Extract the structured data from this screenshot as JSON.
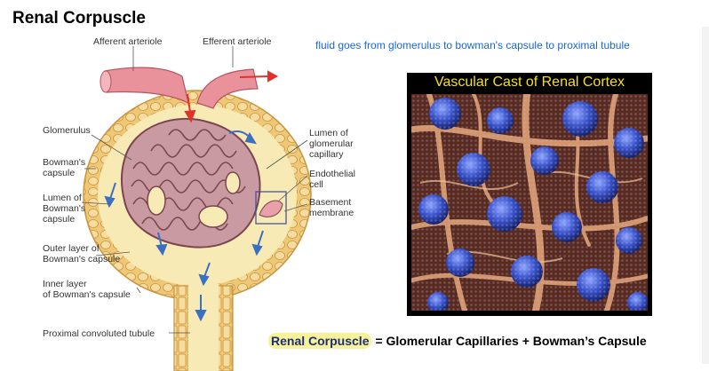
{
  "title": "Renal Corpuscle",
  "diagram": {
    "labels": {
      "afferent": "Afferent arteriole",
      "efferent": "Efferent arteriole",
      "glomerulus": "Glomerulus",
      "bowmans_capsule": "Bowman's\ncapsule",
      "lumen_bowman": "Lumen of\nBowman's\ncapsule",
      "outer_layer": "Outer layer of\nBowman's capsule",
      "inner_layer": "Inner layer\nof Bowman's capsule",
      "pct": "Proximal convoluted tubule",
      "lumen_capillary": "Lumen of\nglomerular\ncapillary",
      "endothelial": "Endothelial\ncell",
      "basement": "Basement\nmembrane"
    }
  },
  "note": "fluid goes from glomerulus to bowman's capsule to proximal tubule",
  "photo": {
    "title": "Vascular Cast of Renal Cortex"
  },
  "equation": {
    "highlight": "Renal Corpuscle",
    "rest": " = Glomerular Capillaries + Bowman’s Capsule"
  },
  "colors": {
    "capsule_fill": "#f6e3a0",
    "capsule_cells": "#e8b560",
    "capillary": "#9c6a72",
    "arteriole": "#e9929b",
    "arrow_blue": "#3b6fc4",
    "arrow_red": "#e0322a",
    "photo_title": "#f5e11c",
    "note_text": "#1a66d6",
    "highlight": "#f7f29a"
  }
}
